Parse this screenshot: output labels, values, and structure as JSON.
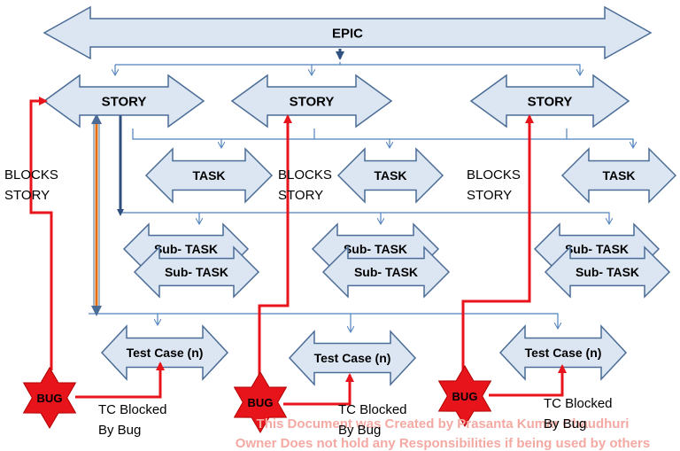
{
  "epic": {
    "label": "EPIC"
  },
  "stories": [
    {
      "label": "STORY"
    },
    {
      "label": "STORY"
    },
    {
      "label": "STORY"
    }
  ],
  "tasks": [
    {
      "label": "TASK"
    },
    {
      "label": "TASK"
    },
    {
      "label": "TASK"
    }
  ],
  "subtask_label": "Sub- TASK",
  "test_case_label": "Test Case (n)",
  "bug_label": "BUG",
  "blocks_story": [
    "BLOCKS",
    "STORY"
  ],
  "tc_blocked": [
    "TC Blocked",
    "By Bug"
  ],
  "watermark": {
    "line1": "This Document was Created by Prasanta Kumar Chaudhuri",
    "line2": "Owner Does not hold any Responsibilities if being used by others"
  },
  "colors": {
    "shape_fill": "#dce6f2",
    "shape_stroke": "#4a6c96",
    "connector": "#4f81bd",
    "epic_connector": "#2f4f7f",
    "bug_fill": "#e8141b",
    "bug_link": "#e8141b",
    "orange": "#e46c0a"
  }
}
